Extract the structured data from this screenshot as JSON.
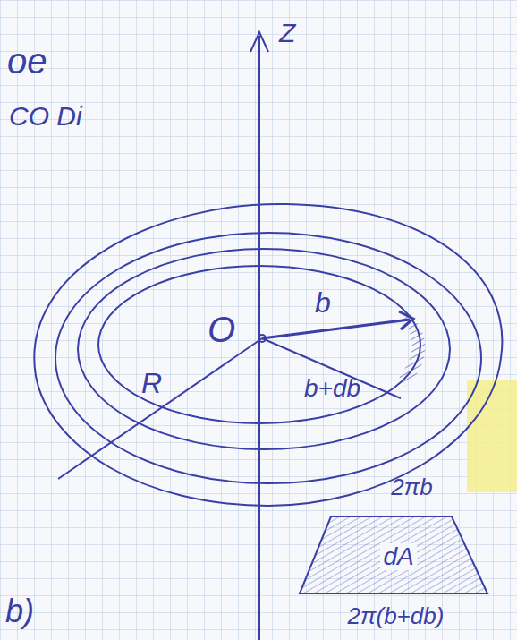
{
  "diagram": {
    "nodes": [
      {
        "text": [
          "2πb",
          "dA",
          "2π(b+db)"
        ]
      }
    ],
    "labels": [
      "oe",
      "CO Di",
      "Z",
      "O",
      "b",
      "R",
      "b+db",
      "b)"
    ]
  }
}
